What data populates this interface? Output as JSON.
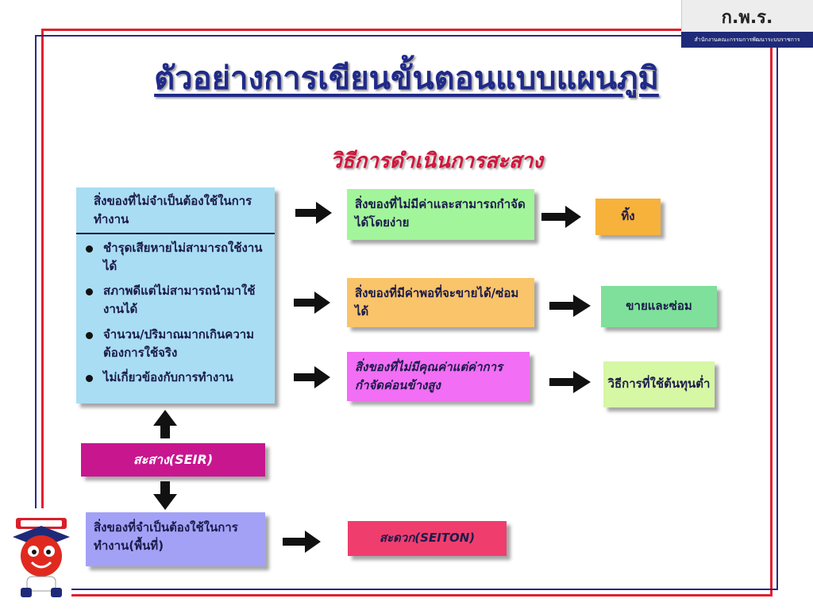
{
  "header": {
    "org_abbr": "ก.พ.ร.",
    "org_name": "สำนักงานคณะกรรมการพัฒนาระบบราชการ"
  },
  "title": "ตัวอย่างการเขียนขั้นตอนแบบแผนภูมิ",
  "subtitle": "วิธีการดำเนินการสะสาง",
  "nodes": {
    "unneeded": {
      "heading": "สิ่งของที่ไม่จำเป็นต้องใช้ในการทำงาน",
      "bullets": [
        "ชำรุดเสียหายไม่สามารถใช้งานได้",
        "สภาพดีแต่ไม่สามารถนำมาใช้งานได้",
        "จำนวน/ปริมาณมากเกินความต้องการใช้จริง",
        "ไม่เกี่ยวข้องกับการทำงาน"
      ]
    },
    "no_value": "สิ่งของที่ไม่มีค่าและสามารถกำจัดได้โดยง่าย",
    "discard": "ทิ้ง",
    "has_value": "สิ่งของที่มีค่าพอที่จะขายได้/ซ่อมได้",
    "sell_repair": "ขายและซ่อม",
    "costly": "สิ่งของที่ไม่มีคุณค่าแต่ค่าการกำจัดค่อนข้างสูง",
    "low_cost": "วิธีการที่ใช้ต้นทุนต่ำ",
    "seiri": "สะสาง(SEIR)",
    "needed": "สิ่งของที่จำเป็นต้องใช้ในการทำงาน(พื้นที่)",
    "seiton": "สะดวก(SEITON)"
  },
  "colors": {
    "frame_red": "#e02030",
    "frame_blue": "#2a2a80",
    "title_blue": "#1f2a8a",
    "subtitle_red": "#d0163b",
    "unneeded_box": "#a9ddf3",
    "no_value_box": "#a2f59a",
    "discard_box": "#f7b23c",
    "has_value_box": "#f9c46a",
    "sell_repair_box": "#7ee09a",
    "costly_box": "#f26ef4",
    "low_cost_box": "#d6f7a4",
    "seiri_box": "#c8168f",
    "needed_box": "#a3a1f6",
    "seiton_box": "#ef3e6e"
  }
}
